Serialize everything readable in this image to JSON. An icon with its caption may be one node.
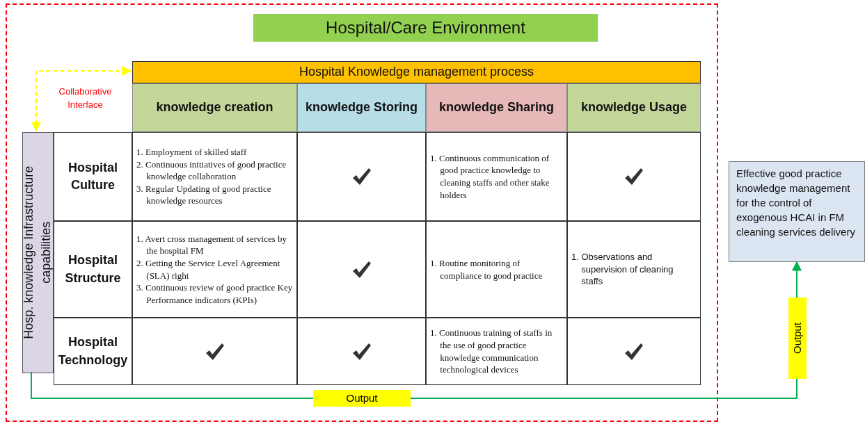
{
  "diagram": {
    "nodes": [
      {
        "text": [
          "Hospital/Care Environment"
        ]
      },
      {
        "text": [
          "Hospital Knowledge management process"
        ],
        "in": 0
      },
      {
        "text": [
          "knowledge creation"
        ],
        "in": 0
      },
      {
        "text": [
          "knowledge Storing"
        ],
        "in": 0
      },
      {
        "text": [
          "knowledge Sharing"
        ],
        "in": 0
      },
      {
        "text": [
          "knowledge Usage"
        ],
        "in": 0
      },
      {
        "text": [
          "Hosp. knowledge Infrastructure capabilities"
        ],
        "in": 0
      },
      {
        "text": [
          "Hospital Culture"
        ],
        "in": 0
      },
      {
        "text": [
          "Hospital Structure"
        ],
        "in": 0
      },
      {
        "text": [
          "Hospital Technology"
        ],
        "in": 0
      },
      {
        "text": [
          "Effective good practice knowledge management for the control of exogenous HCAI in FM cleaning services delivery"
        ]
      }
    ],
    "edges": [
      {
        "from": 6,
        "to": 1,
        "arrow": "both",
        "style": "dashed",
        "color": "#ffff00"
      },
      {
        "from": 6,
        "to": 10,
        "arrow": "to",
        "label": "Output",
        "color": "#00b050"
      }
    ],
    "labels": [
      "Collaborative Interface",
      "1. Employment of skilled staff",
      "2. Continuous initiatives of good practice knowledge collaboration",
      "3. Regular Updating of good practice knowledge resources",
      "1. Continuous communication of good practice knowledge to cleaning staffs and other stake holders",
      "1. Avert cross management of services by the hospital FM",
      "2. Getting the Service Level Agreement (SLA) right",
      "3. Continuous review of good practice Key Performance indicators (KPIs)",
      "1. Routine monitoring of compliance to good practice",
      "1. Observations and supervision of cleaning staffs",
      "1. Continuous training of staffs in the use of good practice knowledge communication technological devices",
      "Output"
    ]
  }
}
